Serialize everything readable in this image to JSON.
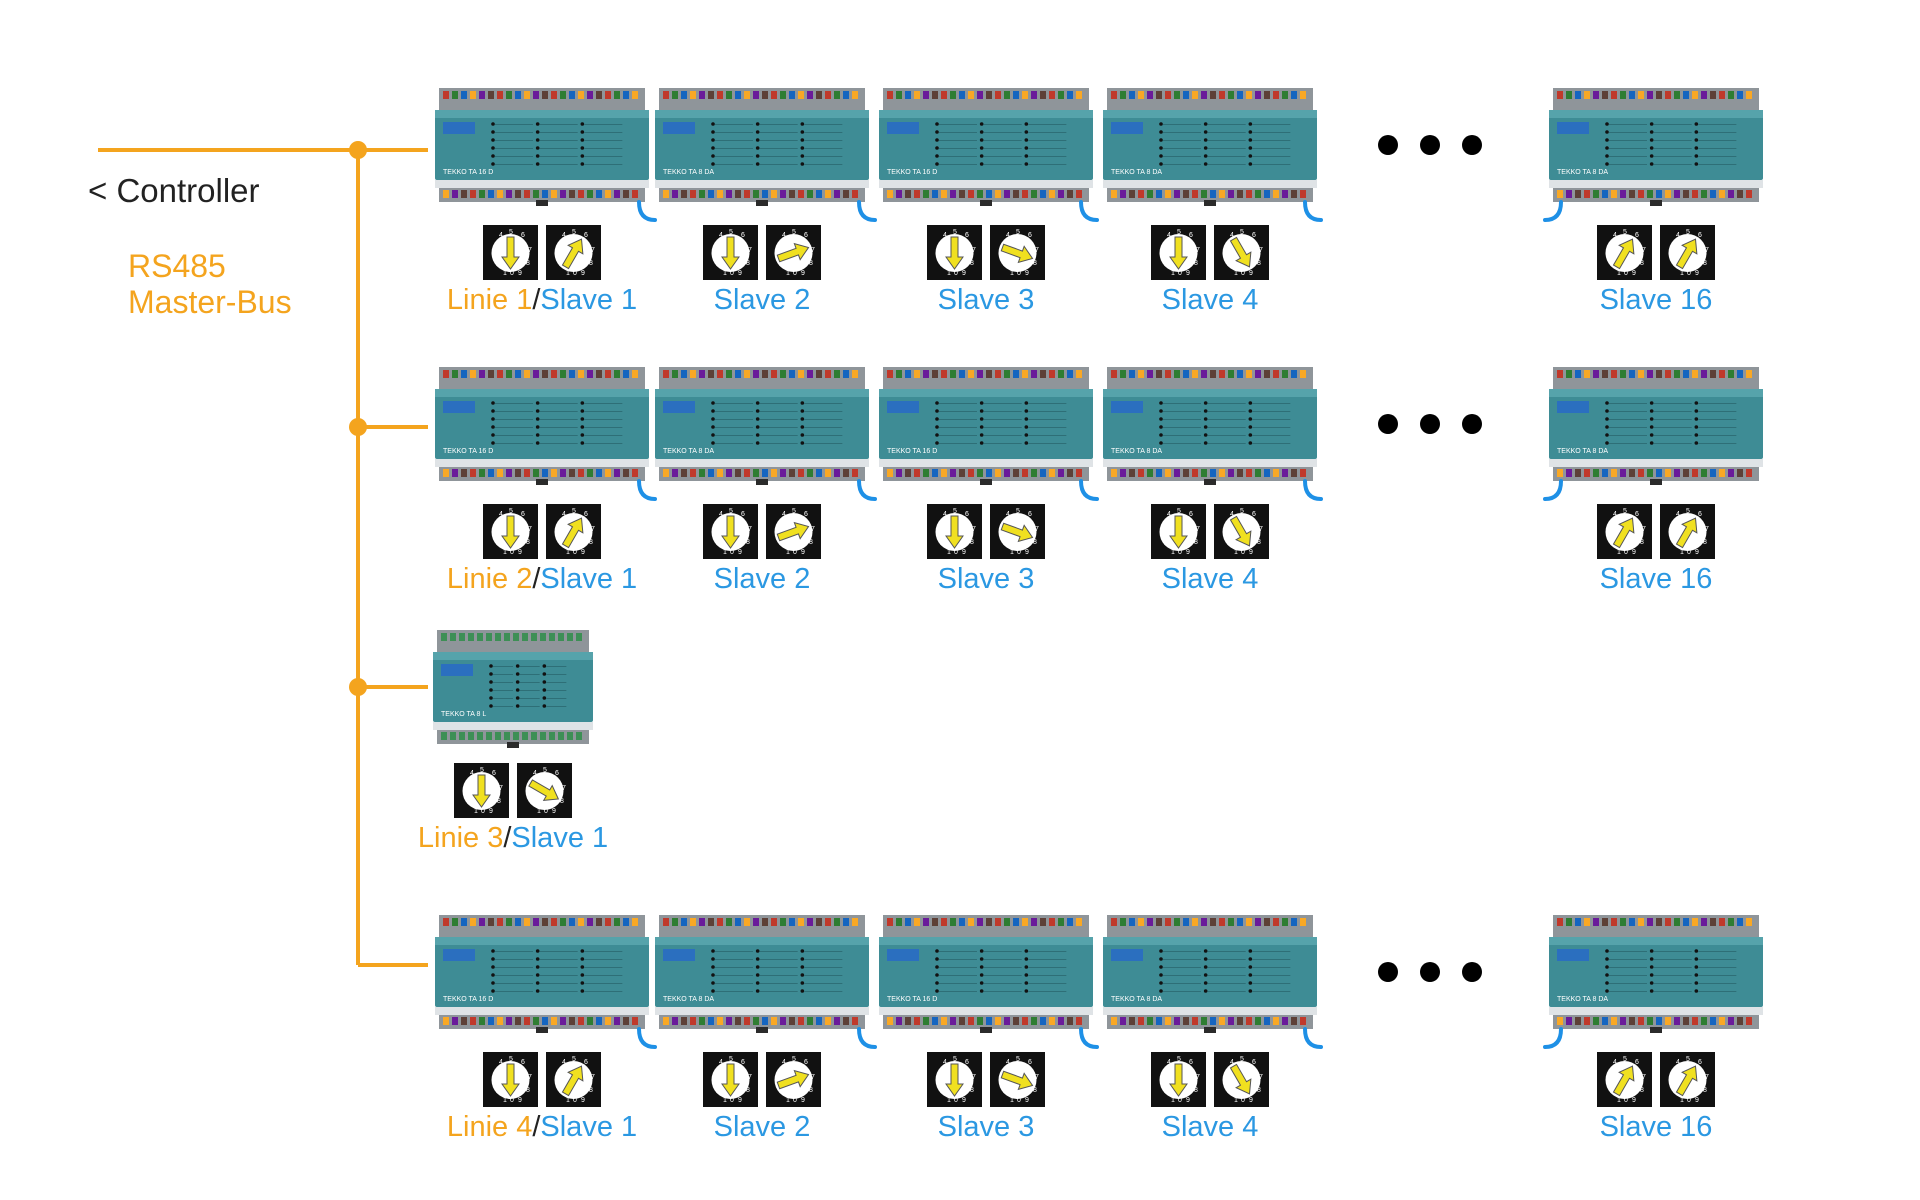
{
  "controller": {
    "label": "< Controller"
  },
  "bus": {
    "label_line1": "RS485",
    "label_line2": "Master-Bus"
  },
  "colors": {
    "bus_line": "#f4a41e",
    "linie_text": "#f4a41e",
    "slave_text": "#2b98e2",
    "module_body": "#3e8c95",
    "termination_arc": "#1e90e6",
    "dip_background": "#111111",
    "dip_arrow": "#f0e020"
  },
  "rows": [
    {
      "linie_label": "Linie 1",
      "separator": "/",
      "first_slave_label": "Slave 1",
      "slaves": [
        "Slave 2",
        "Slave 3",
        "Slave 4",
        "Slave 16"
      ],
      "ellipsis": "• • •"
    },
    {
      "linie_label": "Linie 2",
      "separator": "/",
      "first_slave_label": "Slave 1",
      "slaves": [
        "Slave 2",
        "Slave 3",
        "Slave 4",
        "Slave 16"
      ],
      "ellipsis": "• • •"
    },
    {
      "linie_label": "Linie 3",
      "separator": "/",
      "first_slave_label": "Slave 1",
      "slaves": []
    },
    {
      "linie_label": "Linie 4",
      "separator": "/",
      "first_slave_label": "Slave 1",
      "slaves": [
        "Slave 2",
        "Slave 3",
        "Slave 4",
        "Slave 16"
      ],
      "ellipsis": "• • •"
    }
  ],
  "module_brand": "TEKKO",
  "module_models": [
    "TA 16 D",
    "TA 8 DA",
    "TA 16 D",
    "TA 8 DA",
    "TA 8 DA",
    "TA 8 L"
  ],
  "dip_digits": [
    "0",
    "1",
    "2",
    "3",
    "4",
    "5",
    "6",
    "7",
    "8",
    "9"
  ]
}
